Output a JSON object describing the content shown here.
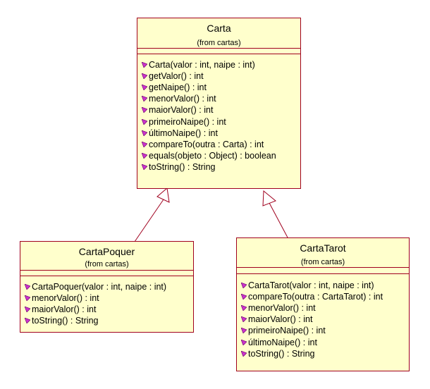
{
  "colors": {
    "box_fill": "#ffffcc",
    "box_border": "#a0001e",
    "method_icon": "#cc33cc"
  },
  "method_icon_name": "public-operation-icon",
  "classes": {
    "carta": {
      "name": "Carta",
      "package": "(from cartas)",
      "methods": [
        "Carta(valor : int, naipe : int)",
        "getValor() : int",
        "getNaipe() : int",
        "menorValor() : int",
        "maiorValor() : int",
        "primeiroNaipe() : int",
        "últimoNaipe() : int",
        "compareTo(outra : Carta) : int",
        "equals(objeto : Object) : boolean",
        "toString() : String"
      ]
    },
    "carta_poquer": {
      "name": "CartaPoquer",
      "package": "(from cartas)",
      "methods": [
        "CartaPoquer(valor : int, naipe : int)",
        "menorValor() : int",
        "maiorValor() : int",
        "toString() : String"
      ]
    },
    "carta_tarot": {
      "name": "CartaTarot",
      "package": "(from cartas)",
      "methods": [
        "CartaTarot(valor : int, naipe : int)",
        "compareTo(outra : CartaTarot) : int",
        "menorValor() : int",
        "maiorValor() : int",
        "primeiroNaipe() : int",
        "últimoNaipe() : int",
        "toString() : String"
      ]
    }
  },
  "relations": [
    {
      "type": "generalization",
      "from": "CartaPoquer",
      "to": "Carta"
    },
    {
      "type": "generalization",
      "from": "CartaTarot",
      "to": "Carta"
    }
  ]
}
